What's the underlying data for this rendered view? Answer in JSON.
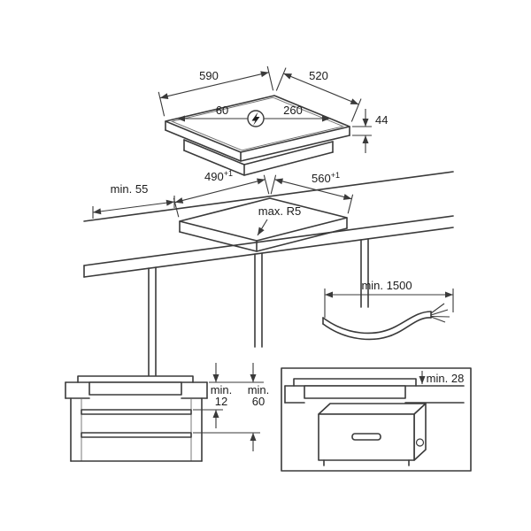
{
  "page": {
    "background": "#ffffff",
    "line_color": "#3a3a3a",
    "text_color": "#1c1c1c"
  },
  "views": {
    "hob_isometric": {
      "width_mm": "590",
      "depth_mm": "520",
      "mains_offset_left_mm": "60",
      "mains_offset_right_mm": "260",
      "height_mm": "44",
      "power_connection_icon": "lightning-bolt-in-circle"
    },
    "worktop_cutout": {
      "cutout_depth": "490",
      "cutout_depth_tolerance": "+1",
      "cutout_width": "560",
      "cutout_width_tolerance": "+1",
      "min_rear_clearance": "min. 55",
      "max_corner_radius": "max. R5"
    },
    "mains_cable": {
      "min_length": "min. 1500"
    },
    "section_over_drawer": {
      "gap_a_prefix": "min.",
      "gap_a_value": "12",
      "gap_b_prefix": "min.",
      "gap_b_value": "60"
    },
    "section_over_oven": {
      "min_gap": "min. 28"
    }
  }
}
